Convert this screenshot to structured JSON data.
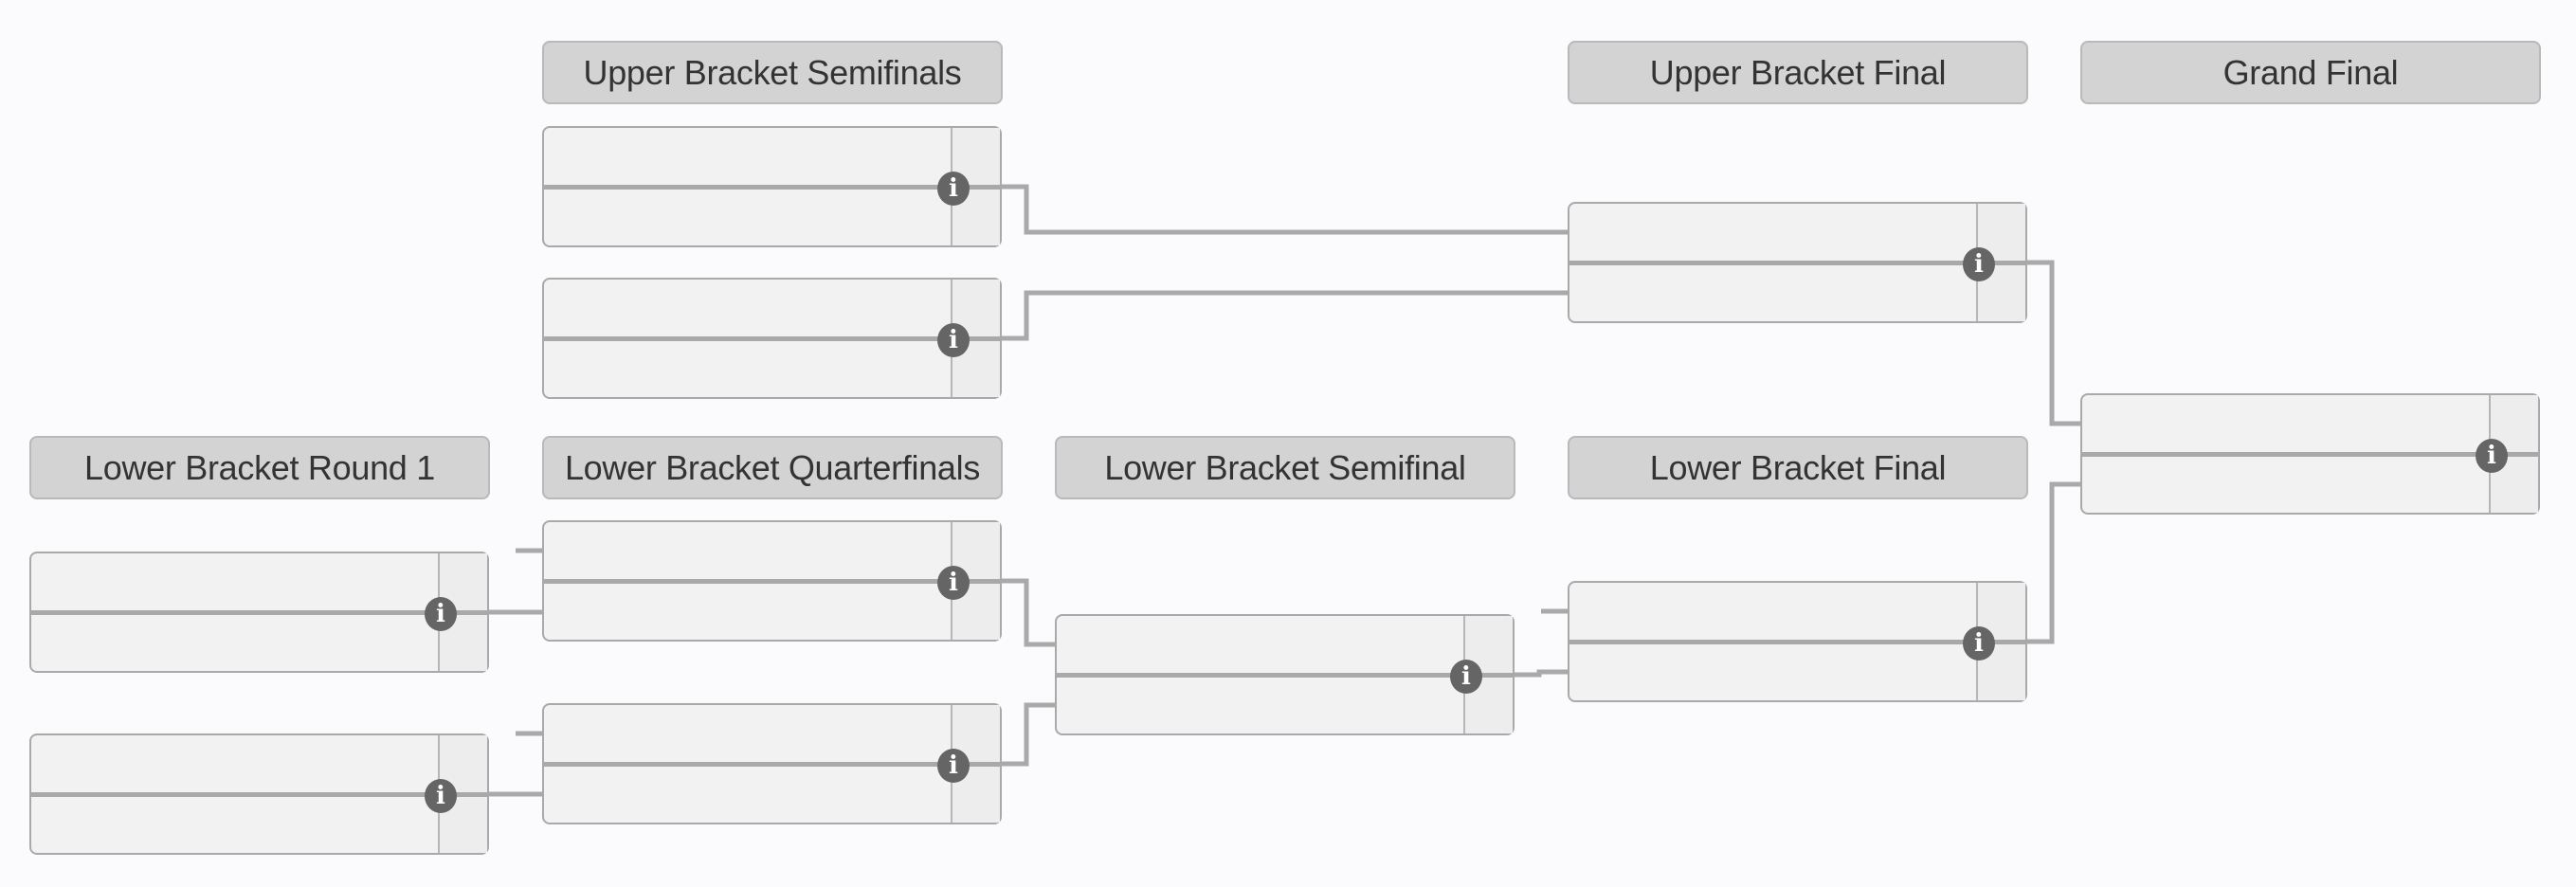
{
  "page": {
    "background_color": "#fbfbfd",
    "type": "double-elimination-bracket"
  },
  "colors": {
    "header_fill": "#d3d3d3",
    "header_border": "#b9b9b9",
    "header_text": "#333333",
    "box_fill": "#f2f2f2",
    "box_border": "#a9a9a9",
    "score_cell_fill": "#ededed",
    "score_divider": "#b6b6b6",
    "connector_line": "#a9a9a9",
    "info_icon_bg": "#656565",
    "info_icon_glyph_color": "#ffffff"
  },
  "icons": {
    "info_glyph": "i"
  },
  "rounds": [
    {
      "id": "upper-bracket-semifinals",
      "label": "Upper Bracket Semifinals"
    },
    {
      "id": "upper-bracket-final",
      "label": "Upper Bracket Final"
    },
    {
      "id": "grand-final",
      "label": "Grand Final"
    },
    {
      "id": "lower-bracket-round-1",
      "label": "Lower Bracket Round 1"
    },
    {
      "id": "lower-bracket-quarterfinals",
      "label": "Lower Bracket Quarterfinals"
    },
    {
      "id": "lower-bracket-semifinal",
      "label": "Lower Bracket Semifinal"
    },
    {
      "id": "lower-bracket-final",
      "label": "Lower Bracket Final"
    }
  ],
  "matches": [
    {
      "id": "upper-semifinal-1",
      "round": "Upper Bracket Semifinals",
      "slots": [
        {
          "team": "",
          "score": ""
        },
        {
          "team": "",
          "score": ""
        }
      ]
    },
    {
      "id": "upper-semifinal-2",
      "round": "Upper Bracket Semifinals",
      "slots": [
        {
          "team": "",
          "score": ""
        },
        {
          "team": "",
          "score": ""
        }
      ]
    },
    {
      "id": "upper-final",
      "round": "Upper Bracket Final",
      "slots": [
        {
          "team": "",
          "score": ""
        },
        {
          "team": "",
          "score": ""
        }
      ]
    },
    {
      "id": "grand-final",
      "round": "Grand Final",
      "slots": [
        {
          "team": "",
          "score": ""
        },
        {
          "team": "",
          "score": ""
        }
      ]
    },
    {
      "id": "lower-round1-1",
      "round": "Lower Bracket Round 1",
      "slots": [
        {
          "team": "",
          "score": ""
        },
        {
          "team": "",
          "score": ""
        }
      ]
    },
    {
      "id": "lower-round1-2",
      "round": "Lower Bracket Round 1",
      "slots": [
        {
          "team": "",
          "score": ""
        },
        {
          "team": "",
          "score": ""
        }
      ]
    },
    {
      "id": "lower-quarterfinal-1",
      "round": "Lower Bracket Quarterfinals",
      "slots": [
        {
          "team": "",
          "score": ""
        },
        {
          "team": "",
          "score": ""
        }
      ]
    },
    {
      "id": "lower-quarterfinal-2",
      "round": "Lower Bracket Quarterfinals",
      "slots": [
        {
          "team": "",
          "score": ""
        },
        {
          "team": "",
          "score": ""
        }
      ]
    },
    {
      "id": "lower-semifinal",
      "round": "Lower Bracket Semifinal",
      "slots": [
        {
          "team": "",
          "score": ""
        },
        {
          "team": "",
          "score": ""
        }
      ]
    },
    {
      "id": "lower-final",
      "round": "Lower Bracket Final",
      "slots": [
        {
          "team": "",
          "score": ""
        },
        {
          "team": "",
          "score": ""
        }
      ]
    }
  ]
}
